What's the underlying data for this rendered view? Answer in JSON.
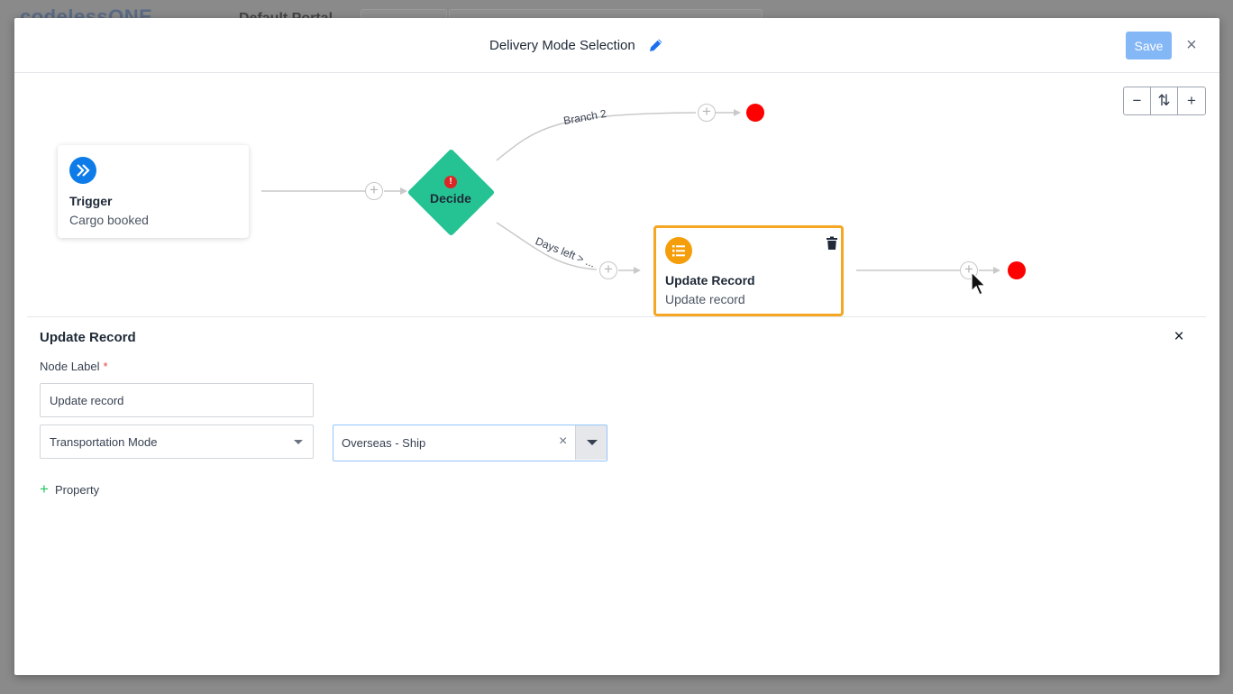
{
  "background": {
    "logo": "codelessONE",
    "page_title": "Default Portal"
  },
  "modal": {
    "title": "Delivery Mode Selection",
    "save_label": "Save",
    "close_icon": "close-icon",
    "edit_icon": "pencil-icon"
  },
  "canvas": {
    "zoom_controls": [
      "−",
      "⇅",
      "+"
    ],
    "trigger": {
      "title": "Trigger",
      "subtitle": "Cargo booked",
      "icon": "double-chevron-right-icon"
    },
    "decide": {
      "label": "Decide",
      "warning": "!"
    },
    "branch_top_label": "Branch 2",
    "branch_bottom_label": "Days left > ...",
    "update_node": {
      "title": "Update Record",
      "subtitle": "Update record",
      "icon": "list-icon"
    }
  },
  "panel": {
    "title": "Update Record",
    "node_label": "Node Label",
    "required_mark": "*",
    "node_label_value": "Update record",
    "property_field": "Transportation Mode",
    "property_value": "Overseas - Ship",
    "add_property_label": "Property"
  },
  "colors": {
    "primary": "#0d7ce8",
    "decide": "#25c393",
    "update_accent": "#f5a623",
    "end_dot": "#ff0000",
    "save_disabled": "#84b7f6"
  }
}
